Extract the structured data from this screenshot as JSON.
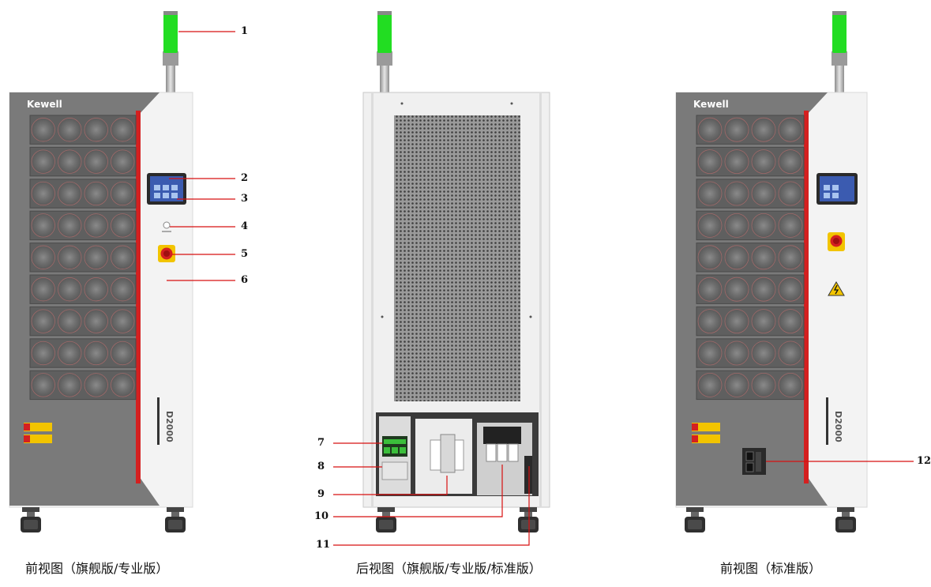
{
  "brand": "Kewell",
  "model_label": "D2000",
  "captions": {
    "front_pro": "前视图（旗舰版/专业版）",
    "rear": "后视图（旗舰版/专业版/标准版）",
    "front_std": "前视图（标准版）"
  },
  "callouts": [
    "1",
    "2",
    "3",
    "4",
    "5",
    "6",
    "7",
    "8",
    "9",
    "10",
    "11",
    "12"
  ],
  "colors": {
    "cabinet_dark": "#707070",
    "cabinet_light": "#f3f3f3",
    "accent_red": "#d42020",
    "beacon_green": "#22dd22",
    "leader_red": "#d81010",
    "warning_yellow": "#f2c400"
  },
  "icons": [
    "signal-beacon-icon",
    "touch-screen-icon",
    "key-switch-icon",
    "emergency-stop-icon",
    "high-voltage-warning-icon",
    "power-switch-icon",
    "caster-wheel-icon"
  ]
}
